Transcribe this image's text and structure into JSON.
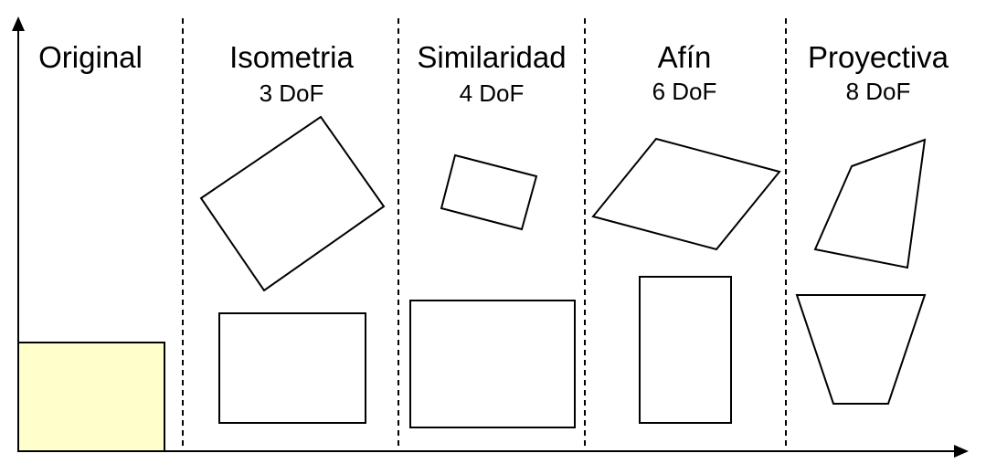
{
  "columns": [
    {
      "title": "Original",
      "subtitle": ""
    },
    {
      "title": "Isometria",
      "subtitle": "3 DoF"
    },
    {
      "title": "Similaridad",
      "subtitle": "4 DoF"
    },
    {
      "title": "Afín",
      "subtitle": "6 DoF"
    },
    {
      "title": "Proyectiva",
      "subtitle": "8 DoF"
    }
  ],
  "colors": {
    "original_fill": "#ffffcc",
    "stroke": "#000000"
  }
}
